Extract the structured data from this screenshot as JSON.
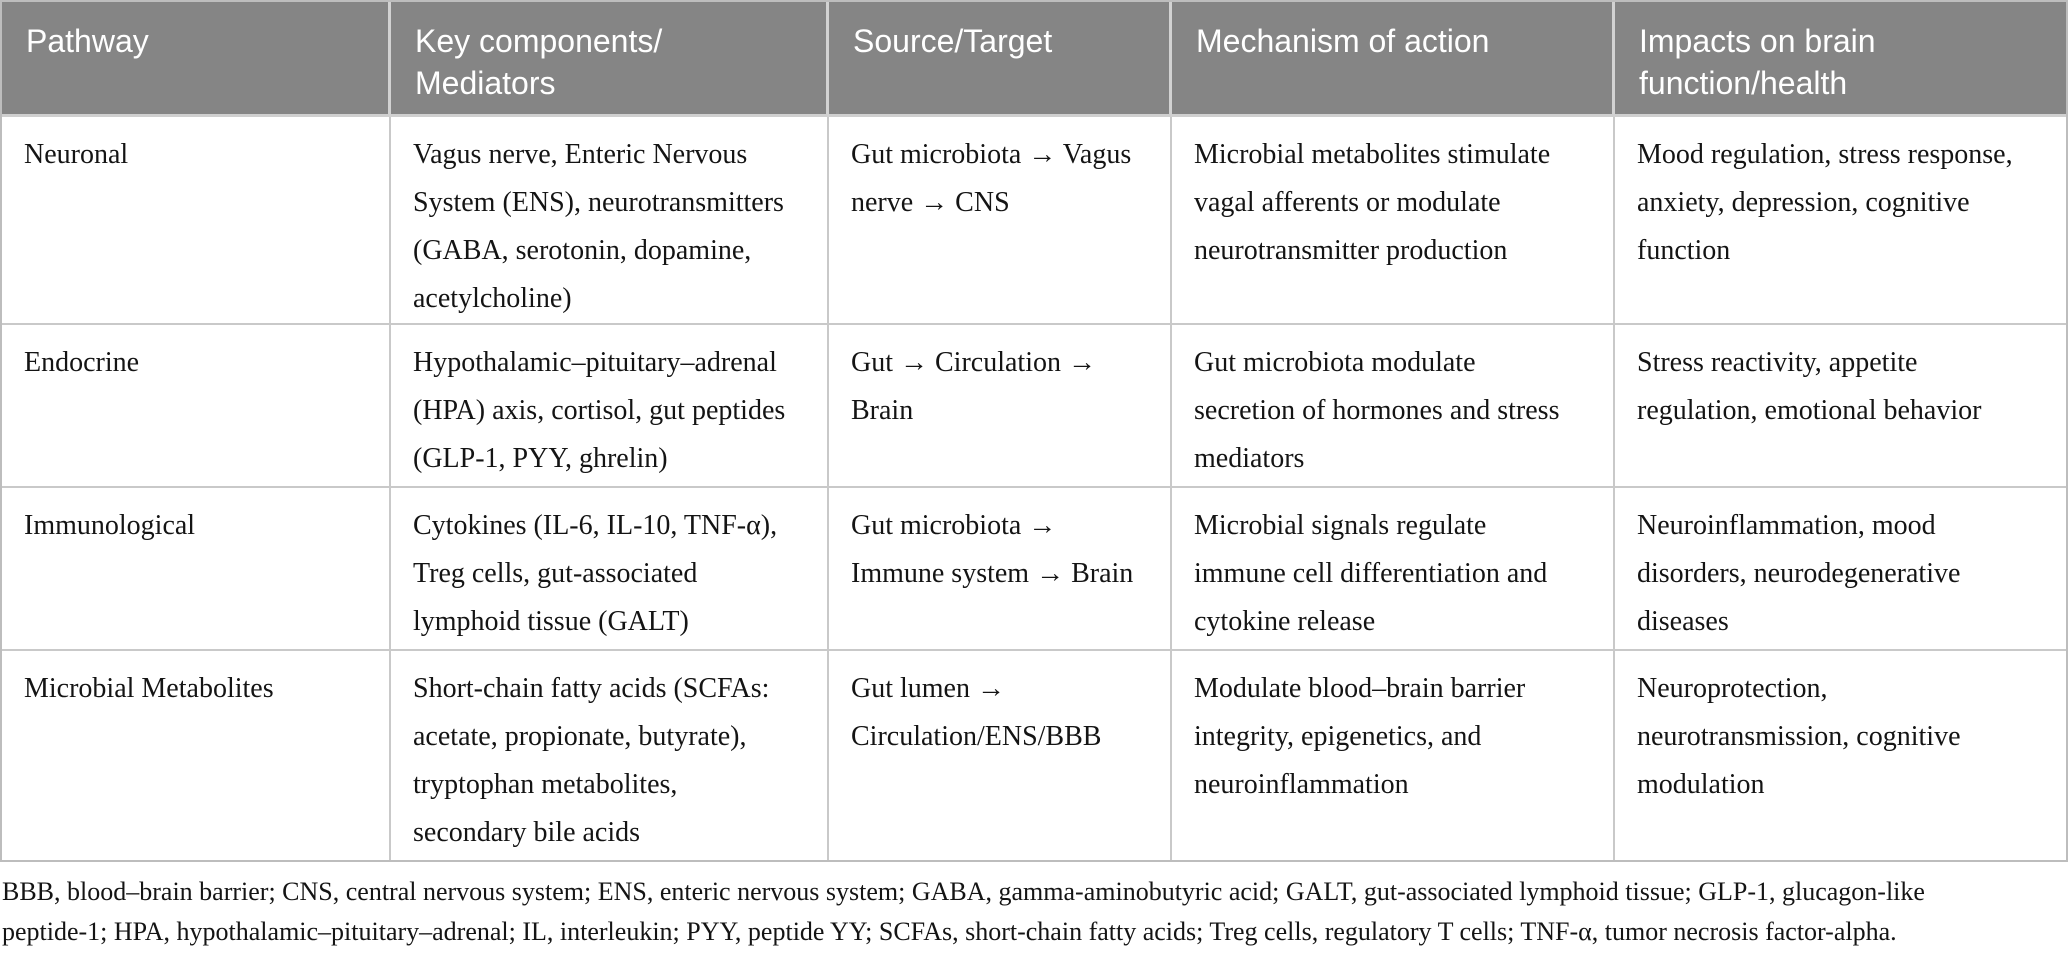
{
  "colors": {
    "header_bg": "#858585",
    "header_text": "#ffffff",
    "border": "#c9c9c9"
  },
  "header": {
    "columns": [
      "Pathway",
      "Key components/\nMediators",
      "Source/Target",
      "Mechanism of action",
      "Impacts on brain\nfunction/health"
    ]
  },
  "rows": [
    {
      "pathway": "Neuronal",
      "key_components": "Vagus nerve, Enteric Nervous\nSystem (ENS), neurotransmitters\n(GABA, serotonin, dopamine,\nacetylcholine)",
      "source_target": "Gut microbiota → Vagus\nnerve → CNS",
      "mechanism": "Microbial metabolites stimulate\nvagal afferents or modulate\nneurotransmitter production",
      "impacts": "Mood regulation, stress response,\nanxiety, depression, cognitive\nfunction"
    },
    {
      "pathway": "Endocrine",
      "key_components": "Hypothalamic–pituitary–adrenal\n(HPA) axis, cortisol, gut peptides\n(GLP-1, PYY, ghrelin)",
      "source_target": "Gut → Circulation →\nBrain",
      "mechanism": "Gut microbiota modulate\nsecretion of hormones and stress\nmediators",
      "impacts": "Stress reactivity, appetite\nregulation, emotional behavior"
    },
    {
      "pathway": "Immunological",
      "key_components": "Cytokines (IL-6, IL-10, TNF-α),\nTreg cells, gut-associated\nlymphoid tissue (GALT)",
      "source_target": "Gut microbiota →\nImmune system → Brain",
      "mechanism": "Microbial signals regulate\nimmune cell differentiation and\ncytokine release",
      "impacts": "Neuroinflammation, mood\ndisorders, neurodegenerative\ndiseases"
    },
    {
      "pathway": "Microbial Metabolites",
      "key_components": "Short-chain fatty acids (SCFAs:\nacetate, propionate, butyrate),\ntryptophan metabolites,\nsecondary bile acids",
      "source_target": "Gut lumen →\nCirculation/ENS/BBB",
      "mechanism": "Modulate blood–brain barrier\nintegrity, epigenetics, and\nneuroinflammation",
      "impacts": "Neuroprotection,\nneurotransmission, cognitive\nmodulation"
    }
  ],
  "footnote": "BBB, blood–brain barrier; CNS, central nervous system; ENS, enteric nervous system; GABA, gamma-aminobutyric acid; GALT, gut-associated lymphoid tissue; GLP-1, glucagon-like\npeptide-1; HPA, hypothalamic–pituitary–adrenal; IL, interleukin; PYY, peptide YY; SCFAs, short-chain fatty acids; Treg cells, regulatory T cells; TNF-α, tumor necrosis factor-alpha."
}
